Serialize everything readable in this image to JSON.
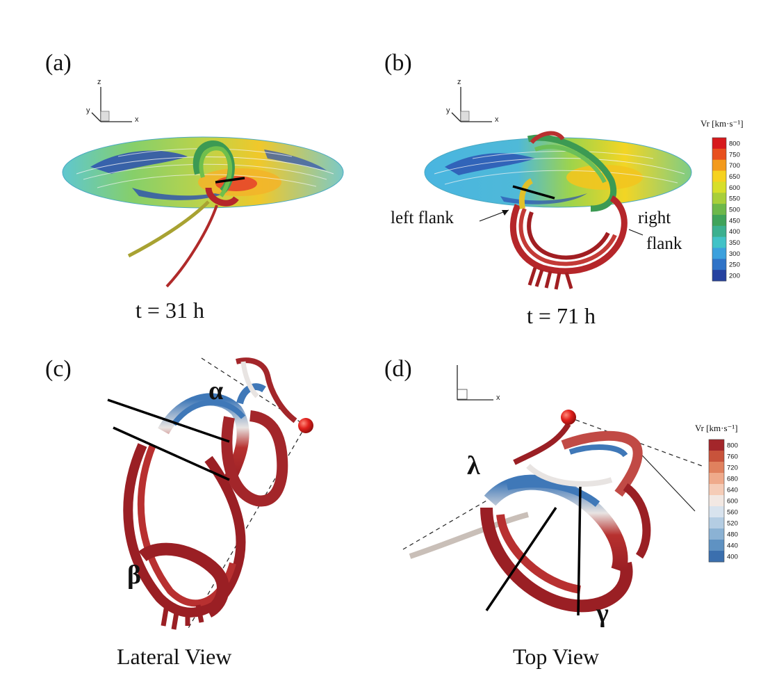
{
  "panels": {
    "a": {
      "label": "(a)",
      "caption": "t = 31 h"
    },
    "b": {
      "label": "(b)",
      "caption": "t = 71 h",
      "left_annotation": "left flank",
      "right_annotation_line1": "right",
      "right_annotation_line2": "flank"
    },
    "c": {
      "label": "(c)",
      "caption": "Lateral View",
      "alpha": "α",
      "beta": "β"
    },
    "d": {
      "label": "(d)",
      "caption": "Top View",
      "lambda": "λ",
      "gamma": "γ"
    }
  },
  "axes_gizmo": {
    "z": "z",
    "x": "x",
    "y": "y"
  },
  "colorbar_b": {
    "title": "Vr [km·s⁻¹]",
    "ticks": [
      "800",
      "750",
      "700",
      "650",
      "600",
      "550",
      "500",
      "450",
      "400",
      "350",
      "300",
      "250",
      "200"
    ],
    "colors": [
      "#d7191c",
      "#e8501e",
      "#f39a1c",
      "#f6d21f",
      "#d7df2a",
      "#a8cf3a",
      "#6db84a",
      "#3fa35a",
      "#3bb08f",
      "#41c2c7",
      "#3ba0dd",
      "#2f73c7",
      "#2541a0"
    ]
  },
  "colorbar_d": {
    "title": "Vr [km·s⁻¹]",
    "ticks": [
      "800",
      "760",
      "720",
      "680",
      "640",
      "600",
      "560",
      "520",
      "480",
      "440",
      "400"
    ],
    "colors": [
      "#a3262a",
      "#c8533b",
      "#e0815e",
      "#efaa8b",
      "#f5ccb7",
      "#f2e8e3",
      "#d8e3ee",
      "#b4cde3",
      "#8bb2d4",
      "#5f92c2",
      "#3b6fae"
    ]
  }
}
